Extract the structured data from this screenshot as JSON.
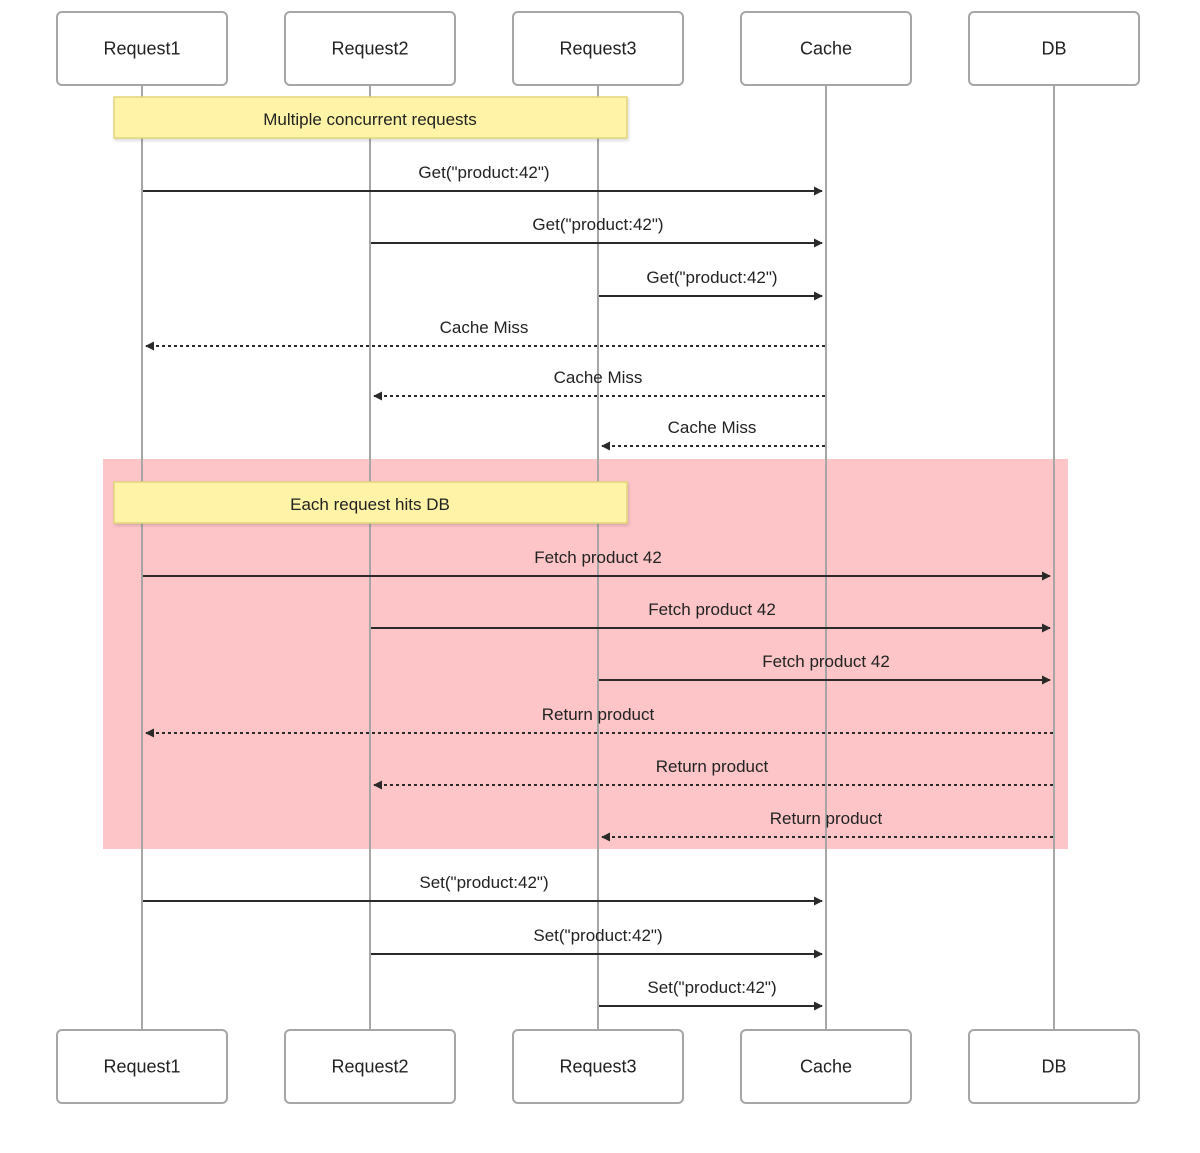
{
  "participants": [
    {
      "id": "request1",
      "label": "Request1"
    },
    {
      "id": "request2",
      "label": "Request2"
    },
    {
      "id": "request3",
      "label": "Request3"
    },
    {
      "id": "cache",
      "label": "Cache"
    },
    {
      "id": "db",
      "label": "DB"
    }
  ],
  "notes": [
    {
      "text": "Multiple concurrent requests"
    },
    {
      "text": "Each request hits DB"
    }
  ],
  "messages": [
    {
      "from": "request1",
      "to": "cache",
      "label": "Get(\"product:42\")",
      "style": "solid"
    },
    {
      "from": "request2",
      "to": "cache",
      "label": "Get(\"product:42\")",
      "style": "solid"
    },
    {
      "from": "request3",
      "to": "cache",
      "label": "Get(\"product:42\")",
      "style": "solid"
    },
    {
      "from": "cache",
      "to": "request1",
      "label": "Cache Miss",
      "style": "dashed"
    },
    {
      "from": "cache",
      "to": "request2",
      "label": "Cache Miss",
      "style": "dashed"
    },
    {
      "from": "cache",
      "to": "request3",
      "label": "Cache Miss",
      "style": "dashed"
    },
    {
      "from": "request1",
      "to": "db",
      "label": "Fetch product 42",
      "style": "solid"
    },
    {
      "from": "request2",
      "to": "db",
      "label": "Fetch product 42",
      "style": "solid"
    },
    {
      "from": "request3",
      "to": "db",
      "label": "Fetch product 42",
      "style": "solid"
    },
    {
      "from": "db",
      "to": "request1",
      "label": "Return product",
      "style": "dashed"
    },
    {
      "from": "db",
      "to": "request2",
      "label": "Return product",
      "style": "dashed"
    },
    {
      "from": "db",
      "to": "request3",
      "label": "Return product",
      "style": "dashed"
    },
    {
      "from": "request1",
      "to": "cache",
      "label": "Set(\"product:42\")",
      "style": "solid"
    },
    {
      "from": "request2",
      "to": "cache",
      "label": "Set(\"product:42\")",
      "style": "solid"
    },
    {
      "from": "request3",
      "to": "cache",
      "label": "Set(\"product:42\")",
      "style": "solid"
    }
  ],
  "colors": {
    "highlight_region": "#fdc5c8",
    "note_fill": "#fff3a8",
    "note_border": "#e0d57a",
    "lifeline": "#a6a6a6",
    "box_border": "#a6a6a6",
    "arrow": "#2a2a2a"
  }
}
